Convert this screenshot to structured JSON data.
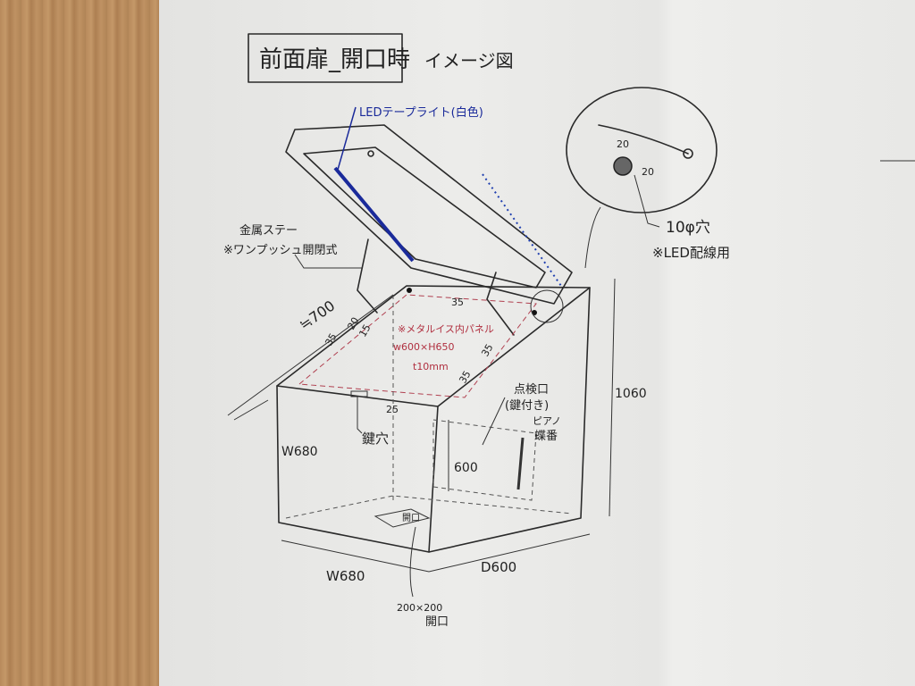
{
  "title": "前面扉_開口時",
  "subtitle": "イメージ図",
  "labels": {
    "led_tape": "LEDテープライト(白色)",
    "stay_line1": "金属ステー",
    "stay_line2": "※ワンプッシュ開閉式",
    "depth_approx": "≒700",
    "dim_20": "20",
    "dim_15": "15",
    "dim_35a": "35",
    "dim_35b": "35",
    "dim_35c": "35",
    "dim_35d": "35",
    "dim_25": "25",
    "panel_line1": "※メタルイス内パネル",
    "panel_line2": "w600×H650",
    "panel_line3": "t10mm",
    "keyhole": "鍵穴",
    "width_top": "W680",
    "inspection_line1": "点検口",
    "inspection_line2": "(鍵付き)",
    "hinge_line1": "ピアノ",
    "hinge_line2": "蝶番",
    "inner_height": "600",
    "height": "1060",
    "floor_opening": "開口",
    "width_bottom": "W680",
    "depth_bottom": "D600",
    "opening_size": "200×200",
    "opening_label": "開口",
    "detail_20a": "20",
    "detail_20b": "20",
    "detail_hole": "10φ穴",
    "detail_note": "※LED配線用"
  },
  "colors": {
    "ink": "#2a2a2a",
    "led": "#1a2a9a",
    "red_note": "#b03040",
    "paper": "#ececea",
    "wood": "#b88a5c"
  }
}
